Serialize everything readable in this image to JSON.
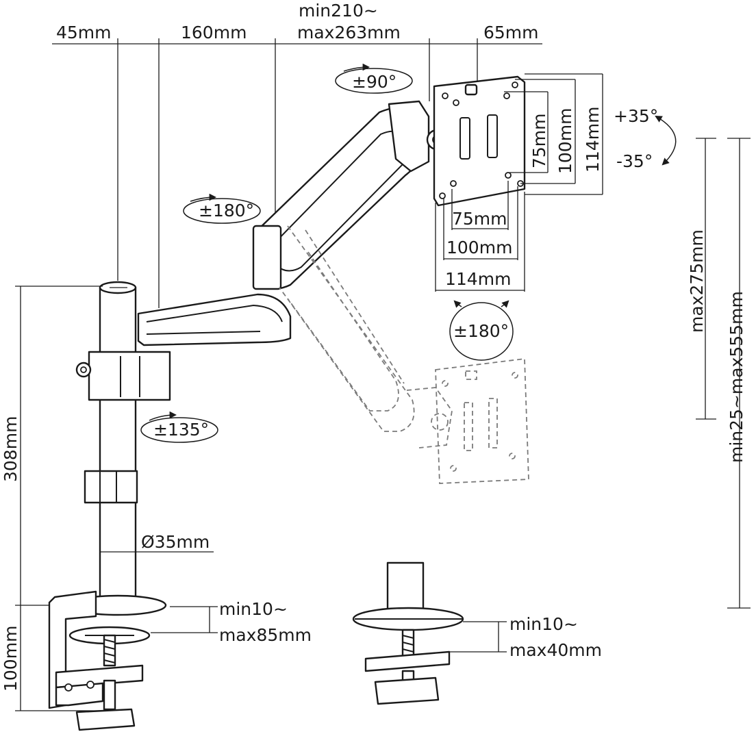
{
  "dimensions": {
    "top_45": "45mm",
    "top_160": "160mm",
    "top_reach_min": "min210~",
    "top_reach_max": "max263mm",
    "top_65": "65mm",
    "vesa_v_75": "75mm",
    "vesa_v_100": "100mm",
    "vesa_v_114": "114mm",
    "vesa_h_75": "75mm",
    "vesa_h_100": "100mm",
    "vesa_h_114": "114mm",
    "pole_height": "308mm",
    "pole_diameter": "Ø35mm",
    "clamp_height": "100mm",
    "clamp_range_min": "min10~",
    "clamp_range_max": "max85mm",
    "grommet_range_min": "min10~",
    "grommet_range_max": "max40mm",
    "lift_max": "max275mm",
    "height_range": "min25~max555mm"
  },
  "rotations": {
    "head_swivel": "±90°",
    "tilt_up": "+35°",
    "tilt_down": "-35°",
    "arm_swivel": "±180°",
    "base_swivel": "±135°",
    "rotation": "±180°"
  }
}
